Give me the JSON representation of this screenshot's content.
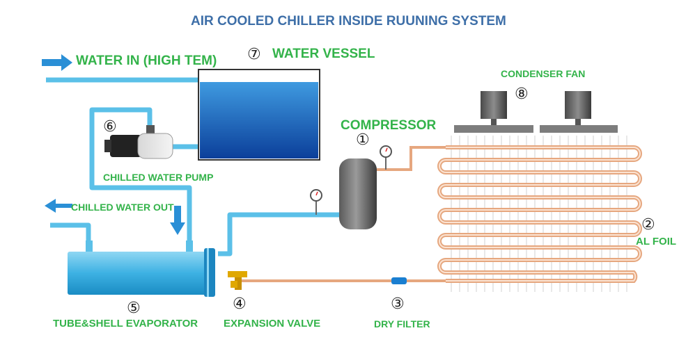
{
  "title": "AIR COOLED CHILLER INSIDE RUUNING SYSTEM",
  "labels": {
    "water_in": "WATER IN (HIGH TEM)",
    "water_vessel": "WATER VESSEL",
    "condenser_fan": "CONDENSER FAN",
    "compressor": "COMPRESSOR",
    "chilled_water_pump": "CHILLED WATER PUMP",
    "chilled_water_out": "CHILLED WATER OUT",
    "al_foil": "AL FOIL",
    "evaporator": "TUBE&SHELL  EVAPORATOR",
    "expansion_valve": "EXPANSION VALVE",
    "dry_filter": "DRY FILTER"
  },
  "numbers": {
    "n1": "①",
    "n2": "②",
    "n3": "③",
    "n4": "④",
    "n5": "⑤",
    "n6": "⑥",
    "n7": "⑦",
    "n8": "⑧"
  },
  "colors": {
    "title": "#3e6fa8",
    "label_green": "#33b34a",
    "water_pipe": "#5bc0e8",
    "refrigerant_pipe": "#e6a77f",
    "vessel_water": "#1f6fc4",
    "arrow": "#2a8fd6"
  },
  "icons": [
    "arrow-right-icon",
    "arrow-left-icon",
    "arrow-down-icon",
    "pressure-gauge-icon"
  ]
}
